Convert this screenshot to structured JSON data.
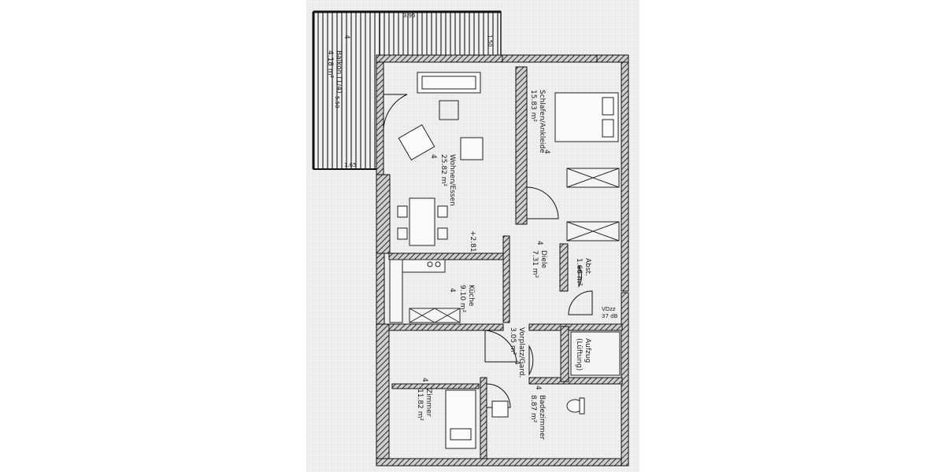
{
  "plan": {
    "dims": {
      "balcony_width": "3.95",
      "balcony_depth": "1.50",
      "balcony_side": "5.50",
      "balcony_bottom": "1.65"
    },
    "level": "+2.81",
    "rooms": [
      {
        "name": "Balkon (1/4)",
        "area": "4.18 m²",
        "number": "4"
      },
      {
        "name": "Wohnen/Essen",
        "area": "25.82 m²",
        "number": "4"
      },
      {
        "name": "Schlafen/Ankleide",
        "area": "15.83 m²",
        "number": "4"
      },
      {
        "name": "Diele",
        "area": "7.31 m²",
        "number": "4"
      },
      {
        "name": "Abst.",
        "area": "1.66 m²",
        "number": ""
      },
      {
        "name": "Küche",
        "area": "9.10 m²",
        "number": "4"
      },
      {
        "name": "Vorplatz/Gard.",
        "area": "3.05 m²",
        "number": "4"
      },
      {
        "name": "VDzz",
        "area": "37 dB",
        "number": ""
      },
      {
        "name": "Aufzug",
        "area": "(Lüftung)",
        "number": ""
      },
      {
        "name": "Zimmer",
        "area": "11.82 m²",
        "number": "4"
      },
      {
        "name": "Badezimmer",
        "area": "8.87 m²",
        "number": "4"
      }
    ]
  }
}
